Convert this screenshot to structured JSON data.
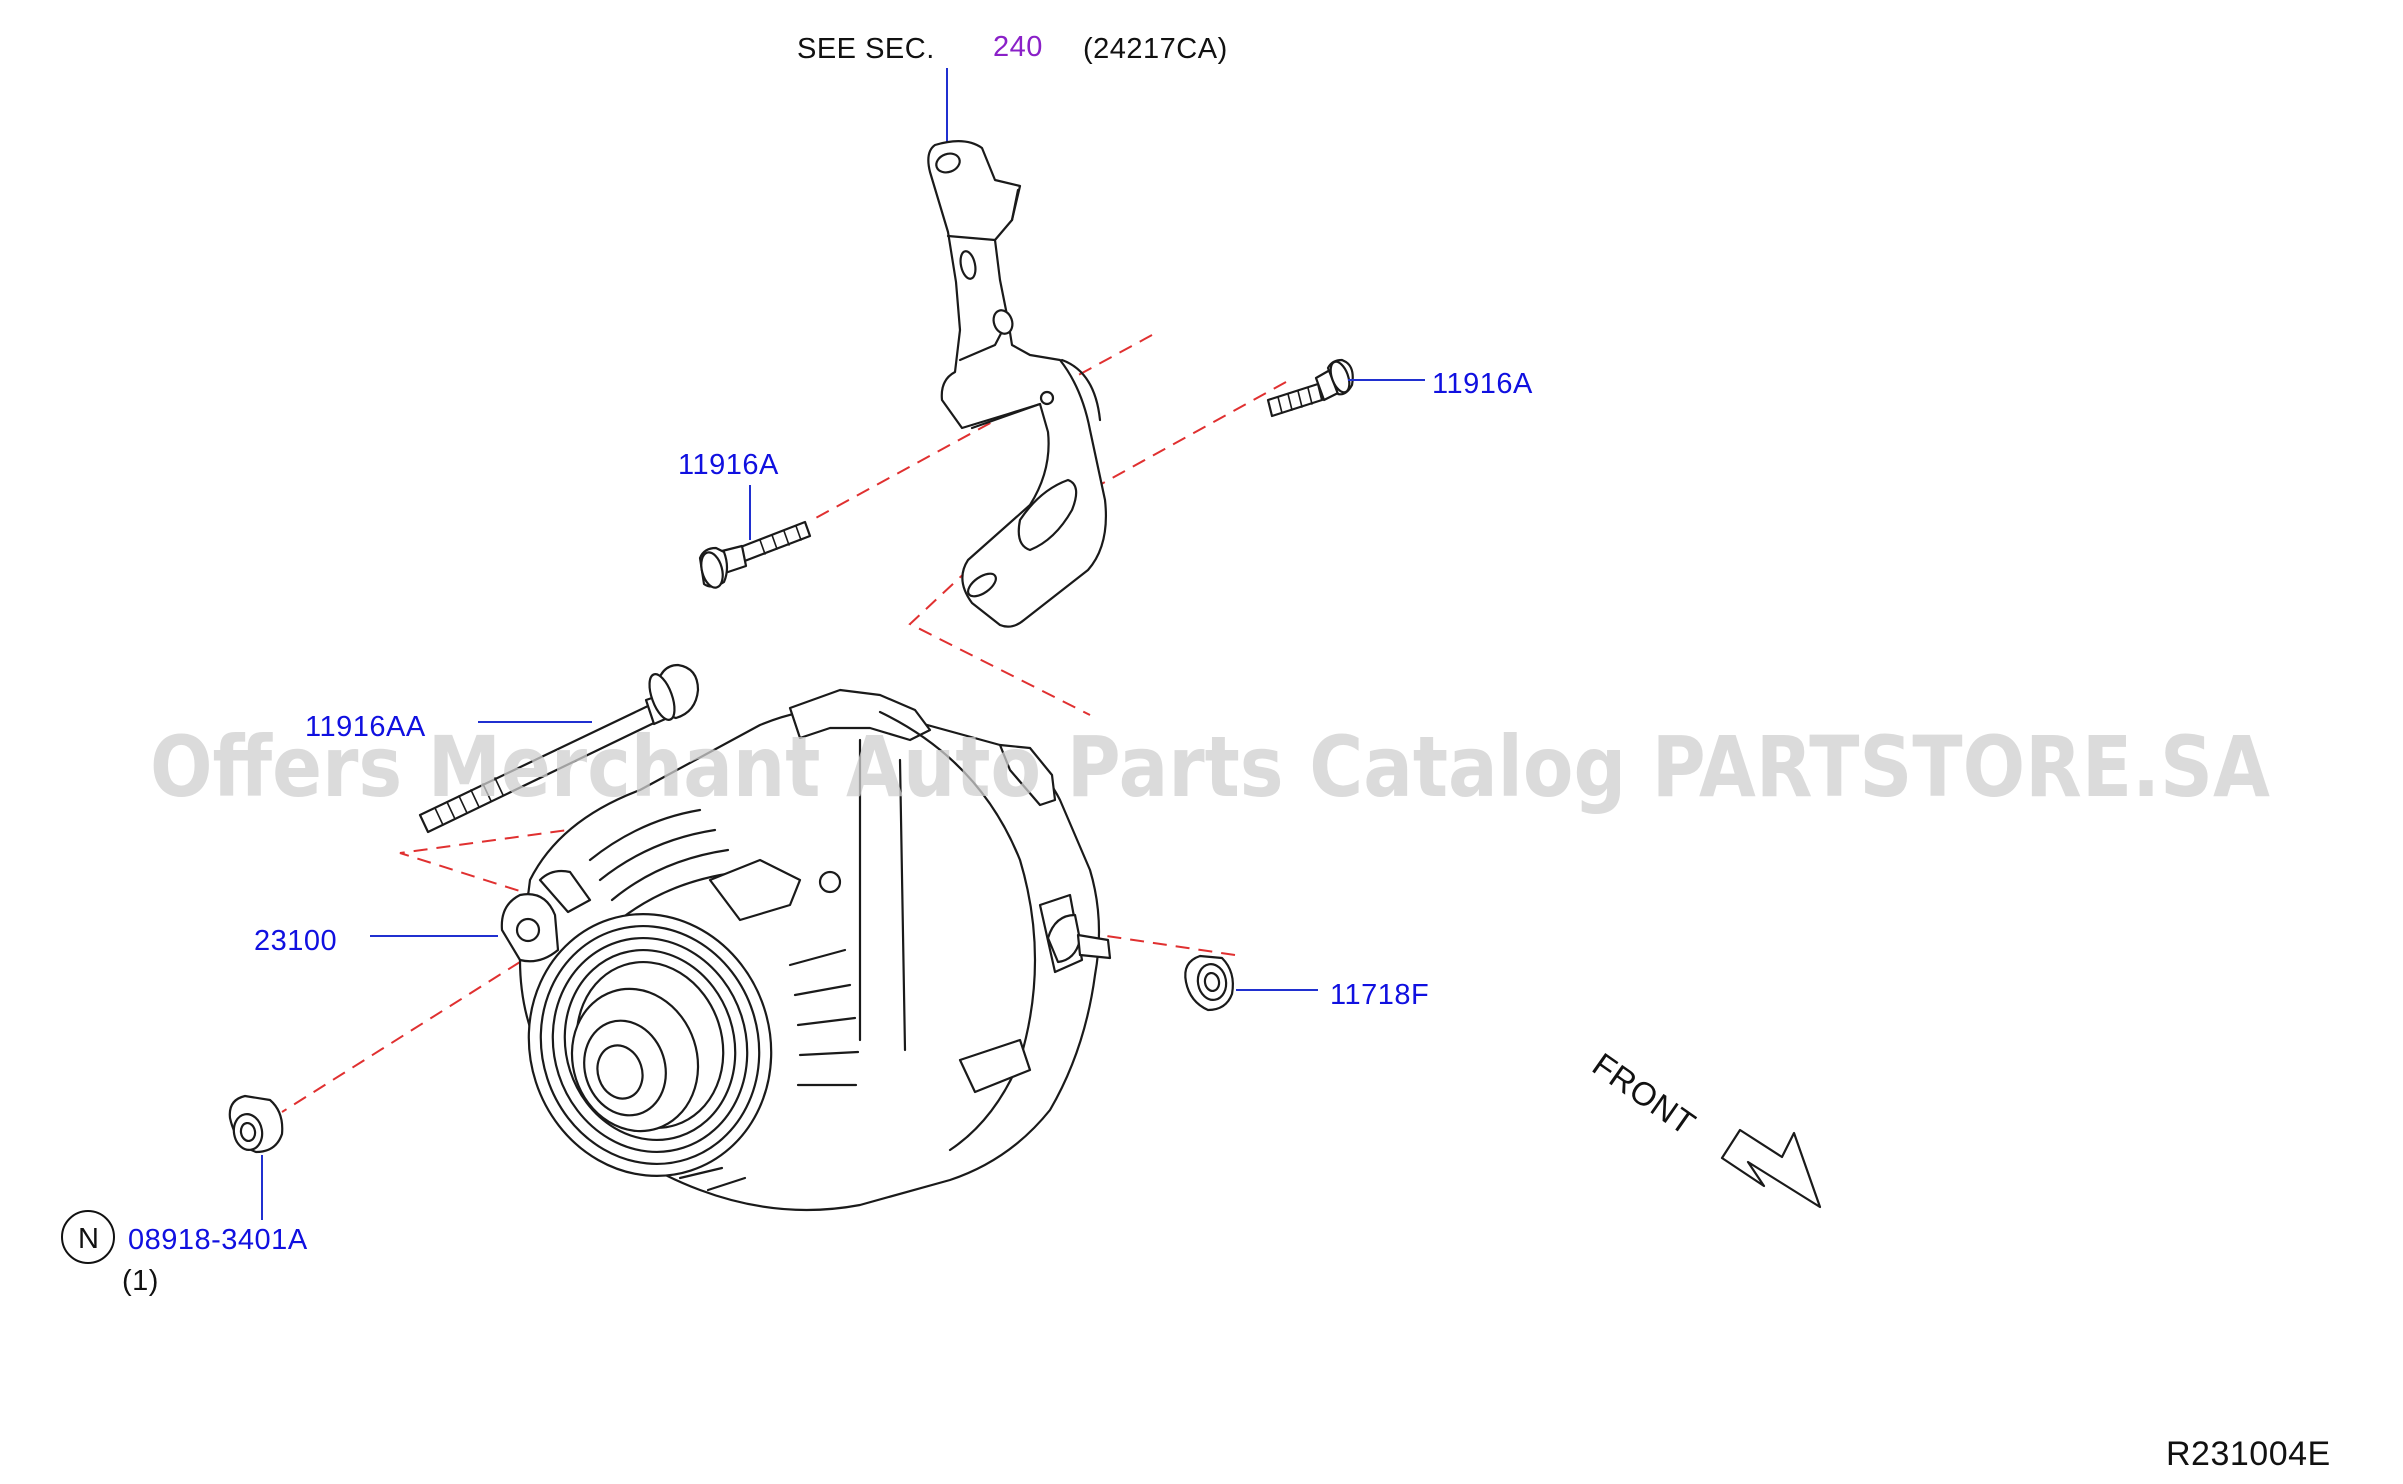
{
  "header_ref": {
    "prefix": "SEE  SEC.",
    "section": "240",
    "part": "(24217CA)"
  },
  "callouts": {
    "bolt_upper_right": "11916A",
    "bolt_upper_left": "11916A",
    "bolt_long": "11916AA",
    "alternator": "23100",
    "nut_terminal": "11718F",
    "nut_lower": "08918-3401A"
  },
  "nut_marker": "N",
  "quantity": "(1)",
  "direction": "FRONT",
  "watermark": "Offers Merchant Auto Parts Catalog PARTSTORE.SA",
  "diagram_id": "R231004E",
  "colors": {
    "callout": "#1010e0",
    "section_ref": "#8a20c8",
    "centerline": "#e03030"
  }
}
